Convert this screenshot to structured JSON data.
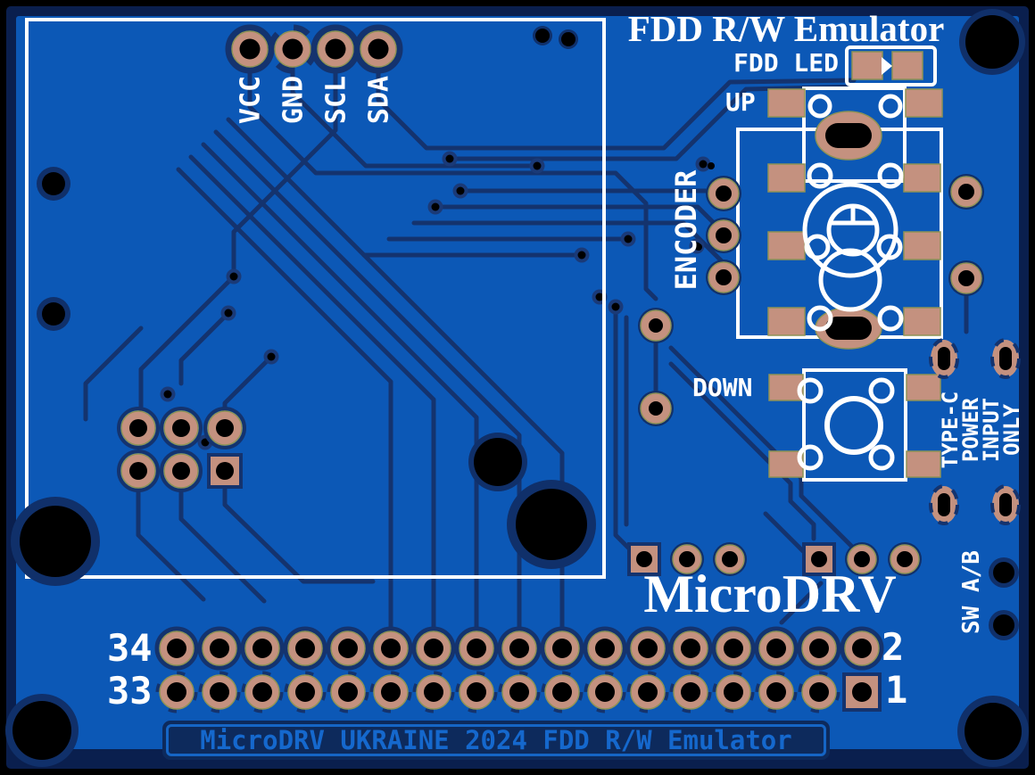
{
  "board": {
    "title": "FDD R/W Emulator",
    "brand": "MicroDRV",
    "banner_text": "MicroDRV UKRAINE 2024 FDD R/W Emulator"
  },
  "labels": {
    "fdd_led": "FDD LED",
    "up": "UP",
    "down": "DOWN",
    "encoder": "ENCODER",
    "sw_ab": "SW A/B",
    "typec_lines": [
      "TYPE-C",
      "POWER",
      "INPUT",
      "ONLY"
    ],
    "i2c_pins": [
      "VCC",
      "GND",
      "SCL",
      "SDA"
    ],
    "pin_numbers": {
      "top_left": "34",
      "bottom_left": "33",
      "top_right": "2",
      "bottom_right": "1"
    }
  },
  "colors": {
    "board_blue": "#0c58b6",
    "trace_navy": "#14336e",
    "edge_navy": "#0a1f4e",
    "copper_pad": "#c4917f",
    "silkscreen": "#ffffff",
    "drill_hole": "#000000",
    "banner_text_blue": "#1568cd"
  }
}
